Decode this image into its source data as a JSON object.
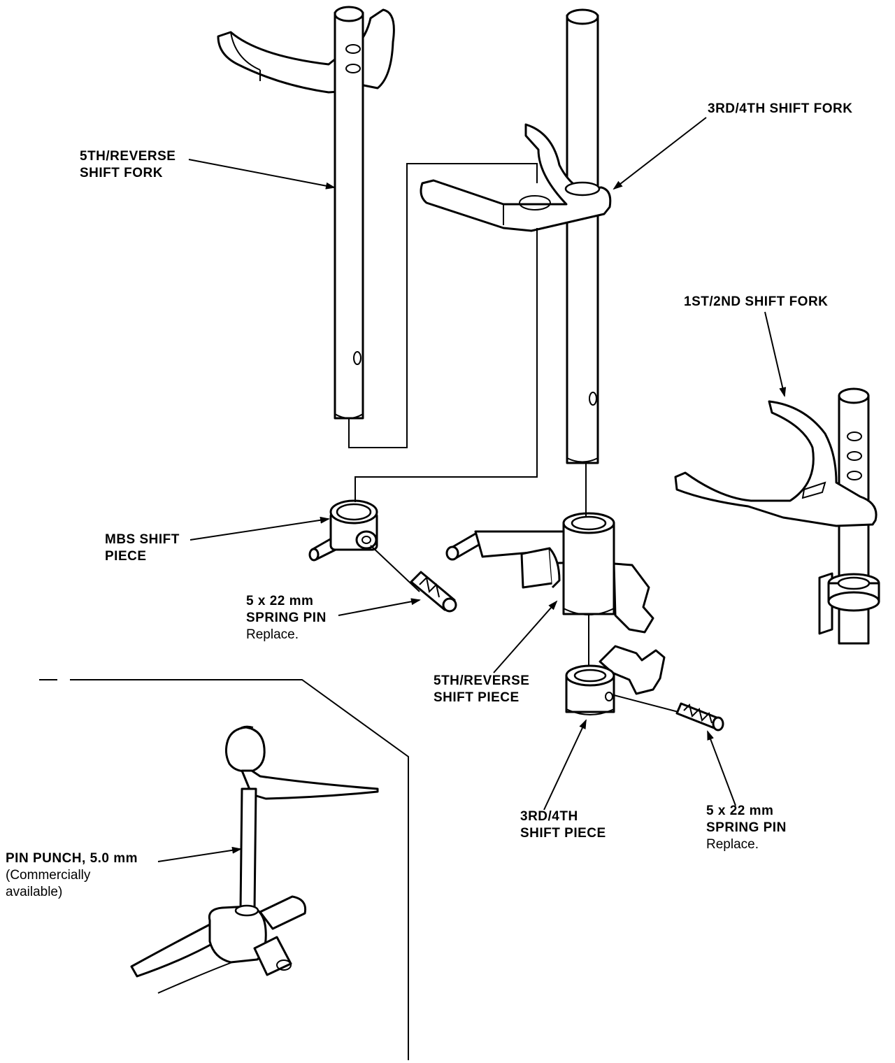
{
  "labels": {
    "fork_5th_reverse": {
      "line1": "5TH/REVERSE",
      "line2": "SHIFT FORK"
    },
    "fork_3rd_4th": {
      "line1": "3RD/4TH SHIFT FORK"
    },
    "fork_1st_2nd": {
      "line1": "1ST/2ND SHIFT FORK"
    },
    "mbs_shift_piece": {
      "line1": "MBS SHIFT",
      "line2": "PIECE"
    },
    "spring_pin_upper": {
      "line1": "5 x 22 mm",
      "line2": "SPRING PIN",
      "line3": "Replace."
    },
    "piece_5th_reverse": {
      "line1": "5TH/REVERSE",
      "line2": "SHIFT PIECE"
    },
    "piece_3rd_4th": {
      "line1": "3RD/4TH",
      "line2": "SHIFT PIECE"
    },
    "spring_pin_lower": {
      "line1": "5 x 22 mm",
      "line2": "SPRING PIN",
      "line3": "Replace."
    },
    "pin_punch": {
      "line1": "PIN PUNCH, 5.0 mm",
      "line2": "(Commercially",
      "line3": "available)"
    }
  },
  "colors": {
    "ink": "#000000",
    "paper": "#ffffff"
  }
}
